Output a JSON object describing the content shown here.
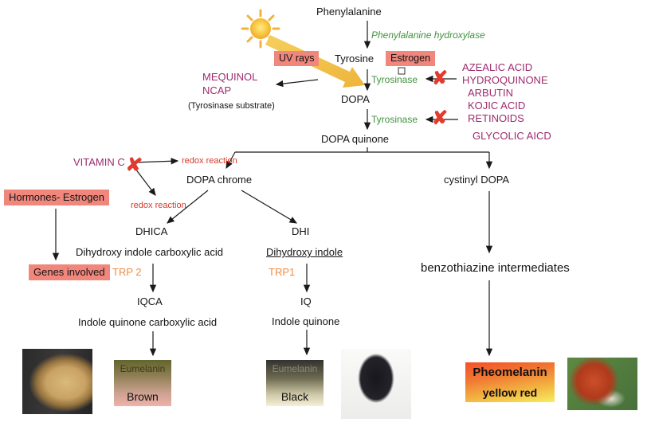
{
  "diagram": {
    "pathway": {
      "phenylalanine": "Phenylalanine",
      "phenylalanine_hydroxylase": "Phenylalanine hydroxylase",
      "tyrosine": "Tyrosine",
      "tyrosinase_upper": "Tyrosinase",
      "tyrosinase_lower": "Tyrosinase",
      "dopa": "DOPA",
      "dopa_quinone": "DOPA quinone",
      "dopa_chrome": "DOPA chrome",
      "cystinyl_dopa": "cystinyl DOPA",
      "redox_reaction_upper": "redox reaction",
      "redox_reaction_lower": "redox reaction",
      "dhica": "DHICA",
      "dhica_full": "Dihydroxy indole carboxylic acid",
      "dhi": "DHI",
      "dhi_full": "Dihydroxy indole",
      "trp2": "TRP 2",
      "trp1": "TRP1",
      "iqca": "IQCA",
      "iqca_full": "Indole quinone carboxylic acid",
      "iq": "IQ",
      "iq_full": "Indole quinone",
      "benzothiazine": "benzothiazine intermediates"
    },
    "factors": {
      "uv_rays": "UV rays",
      "estrogen": "Estrogen",
      "hormones_estrogen": "Hormones- Estrogen",
      "genes_involved": "Genes involved",
      "vitamin_c": "VITAMIN C",
      "mequinol": "MEQUINOL",
      "ncap": "NCAP",
      "tyrosinase_substrate_note": "(Tyrosinase substrate)"
    },
    "inhibitors": [
      "AZEALIC ACID",
      "HYDROQUINONE",
      "ARBUTIN",
      "KOJIC ACID",
      "RETINOIDS"
    ],
    "glycolic_acid": "GLYCOLIC AICD",
    "products": {
      "eumelanin_brown": {
        "name": "Eumelanin",
        "shade": "Brown"
      },
      "eumelanin_black": {
        "name": "Eumelanin",
        "shade": "Black"
      },
      "pheomelanin": {
        "name": "Pheomelanin",
        "shade": "yellow red"
      }
    },
    "icons": {
      "inhibition_x": "✘",
      "sun": "sun-icon"
    },
    "colors": {
      "highlight_pink": "#f0867c",
      "inhibitor_purple": "#9d2b6e",
      "enzyme_green": "#41923c",
      "trp_orange": "#ef8c42",
      "redox_red": "#d63a2a",
      "x_red": "#e23b2e",
      "uv_arrow_gold": "#f2c24e"
    }
  }
}
